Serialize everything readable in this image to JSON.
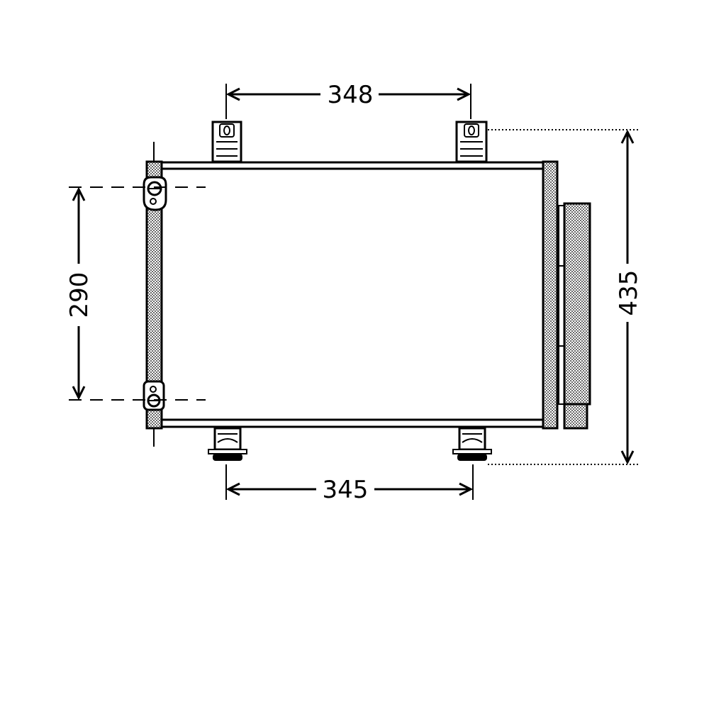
{
  "dimensions": {
    "top_width": "348",
    "bottom_width": "345",
    "left_height": "290",
    "right_height": "435"
  },
  "colors": {
    "ink": "#000000",
    "hatch": "#7a7a7a",
    "background": "#ffffff"
  }
}
